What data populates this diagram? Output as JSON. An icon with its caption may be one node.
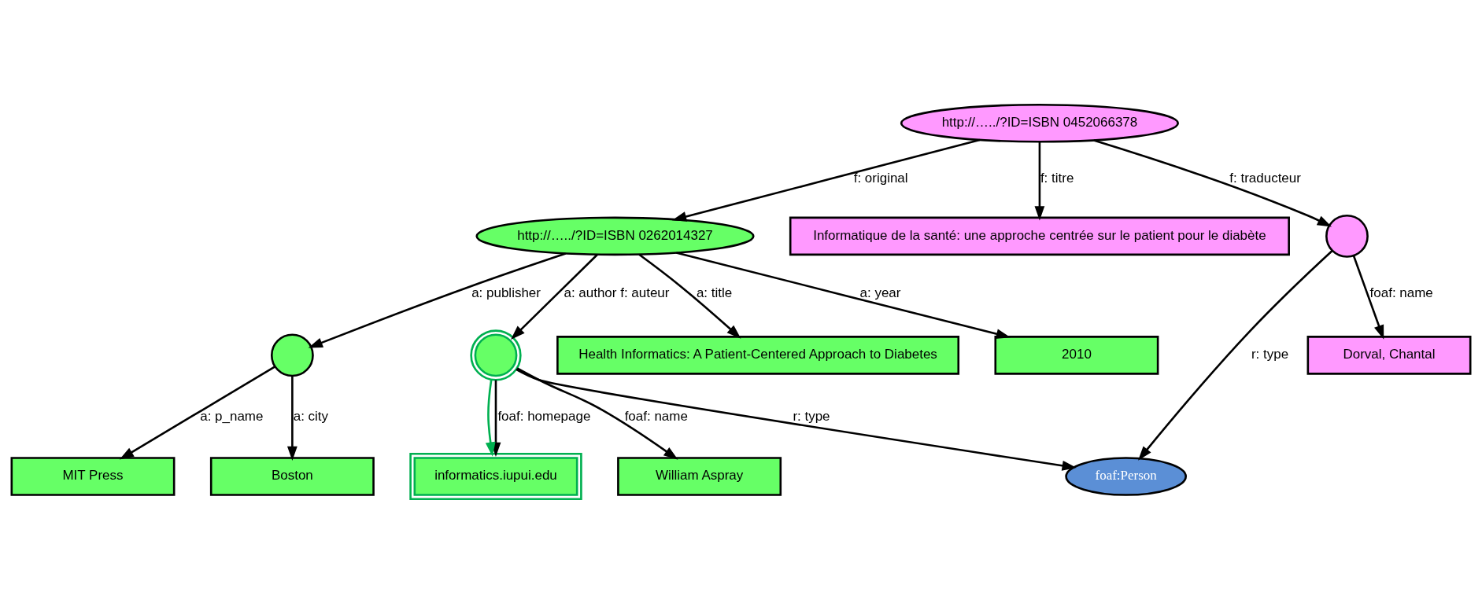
{
  "diagram": {
    "nodes": [
      {
        "text": [
          "http://…../?ID=ISBN 0262014327"
        ]
      },
      {
        "text": [
          "Health Informatics: A Patient-Centered Approach to Diabetes"
        ]
      },
      {
        "text": [
          "2010"
        ]
      },
      {
        "text": [],
        "shape": "circle"
      },
      {
        "text": [
          "Boston"
        ]
      },
      {
        "text": [
          "MIT Press"
        ]
      },
      {
        "text": [
          "Informatique de la santé: une approche centrée sur le patient pour le diabète"
        ]
      },
      {
        "text": [],
        "shape": "circle"
      },
      {
        "text": [
          "http://…../?ID=ISBN 0452066378"
        ]
      },
      {
        "text": [
          "foaf:Person"
        ]
      },
      {
        "text": [],
        "shape": "circle"
      },
      {
        "text": [
          "William Aspray"
        ]
      },
      {
        "text": [
          "informatics.iupui.edu"
        ]
      },
      {
        "text": [
          "Dorval, Chantal"
        ]
      }
    ],
    "edges": [
      {
        "from": 0,
        "to": 1,
        "arrow": "to",
        "label": "a: title"
      },
      {
        "from": 0,
        "to": 2,
        "arrow": "to",
        "label": "a: year"
      },
      {
        "from": 0,
        "to": 3,
        "arrow": "to",
        "label": "a: publisher"
      },
      {
        "from": 3,
        "to": 4,
        "arrow": "to",
        "label": "a: city"
      },
      {
        "from": 3,
        "to": 5,
        "arrow": "to",
        "label": "a: p_name"
      },
      {
        "from": 0,
        "to": 7,
        "arrow": "to",
        "label": "a: author f: auteur"
      },
      {
        "from": 8,
        "to": 0,
        "arrow": "to",
        "label": "f: original"
      },
      {
        "from": 8,
        "to": 6,
        "arrow": "to",
        "label": "f: titre"
      },
      {
        "from": 7,
        "to": 9,
        "arrow": "to",
        "label": "r: type"
      },
      {
        "from": 7,
        "to": 11,
        "arrow": "to",
        "label": "foaf: name"
      },
      {
        "from": 7,
        "to": 12,
        "arrow": "to",
        "label": "foaf: homepage"
      },
      {
        "from": 8,
        "to": 10,
        "arrow": "to",
        "label": "f: traducteur"
      },
      {
        "from": 10,
        "to": 9,
        "arrow": "to",
        "label": "r: type"
      },
      {
        "from": 10,
        "to": 13,
        "arrow": "to",
        "label": "foaf: name"
      },
      {
        "from": 7,
        "to": 12,
        "arrow": "to",
        "color": "#00b050"
      }
    ]
  }
}
